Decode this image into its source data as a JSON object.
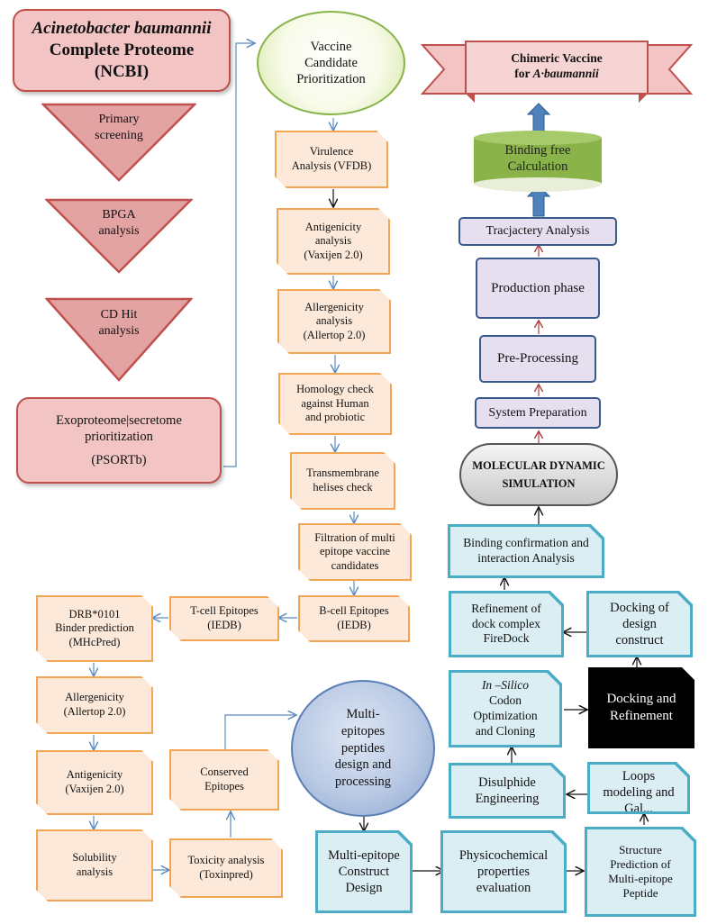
{
  "left_column": {
    "proteome": {
      "line1": "Acinetobacter baumannii",
      "line2": "Complete Proteome",
      "line3": "(NCBI)"
    },
    "primary_screening": [
      "Primary",
      "screening"
    ],
    "bpga": [
      "BPGA",
      "analysis"
    ],
    "cdhit": [
      "CD Hit",
      "analysis"
    ],
    "exoproteome": {
      "line1": "Exoproteome|secretome",
      "line2": "prioritization",
      "line3": "(PSORTb)"
    }
  },
  "middle_column": {
    "prioritization": [
      "Vaccine",
      "Candidate",
      "Prioritization"
    ],
    "virulence": [
      "Virulence",
      "Analysis (VFDB)"
    ],
    "antigenicity": [
      "Antigenicity",
      "analysis",
      "(Vaxijen 2.0)"
    ],
    "allergenicity": [
      "Allergenicity",
      "analysis",
      "(Allertop 2.0)"
    ],
    "homology": [
      "Homology check",
      "against Human",
      "and probiotic"
    ],
    "transmembrane": [
      "Transmembrane",
      "helises check"
    ],
    "filtration": [
      "Filtration of multi",
      "epitope vaccine",
      "candidates"
    ],
    "bcell": [
      "B-cell Epitopes",
      "(IEDB)"
    ],
    "tcell": [
      "T-cell Epitopes",
      "(IEDB)"
    ],
    "conserved": [
      "Conserved",
      "Epitopes"
    ],
    "toxicity": [
      "Toxicity analysis",
      "(Toxinpred)"
    ]
  },
  "lower_left": {
    "drb": [
      "DRB*0101",
      "Binder prediction",
      "(MHcPred)"
    ],
    "allergenicity2": [
      "Allergenicity",
      "(Allertop 2.0)"
    ],
    "antigenicity2": [
      "Antigenicity",
      "(Vaxijen 2.0)"
    ],
    "solubility": [
      "Solubility",
      "analysis"
    ]
  },
  "multi_epitope_circle": [
    "Multi-",
    "epitopes",
    "peptides",
    "design and",
    "processing"
  ],
  "blue_boxes": {
    "construct": [
      "Multi-epitope",
      "Construct",
      "Design"
    ],
    "physico": [
      "Physicochemical",
      "properties",
      "evaluation"
    ],
    "structure": [
      "Structure",
      "Prediction of",
      "Multi-epitope",
      "Peptide"
    ],
    "loops": [
      "Loops",
      "modeling and",
      "Gal..."
    ],
    "disulphide": [
      "Disulphide",
      "Engineering"
    ],
    "codon": {
      "italic": "In –Silico",
      "rest": [
        "Codon",
        "Optimization",
        "and Cloning"
      ]
    },
    "docking_design": [
      "Docking of",
      "design",
      "construct"
    ],
    "refinement": [
      "Refinement of",
      "dock complex",
      "FireDock"
    ],
    "binding_confirm": [
      "Binding confirmation and",
      "interaction Analysis"
    ]
  },
  "docking_refinement": [
    "Docking and",
    "Refinement"
  ],
  "md": {
    "simulation": [
      "MOLECULAR DYNAMIC",
      "SIMULATION"
    ],
    "system_prep": "System Preparation",
    "preprocessing": "Pre-Processing",
    "production": "Production phase",
    "trajectory": "Tracjactery Analysis",
    "binding_free": [
      "Binding free",
      "Calculation"
    ]
  },
  "chimeric": {
    "line1": "Chimeric Vaccine",
    "line2_prefix": "for ",
    "line2_italic": "A·baumannii"
  },
  "colors": {
    "orange_border": "#f2a552",
    "orange_fill": "#fde9d9",
    "blue_border": "#4bacc6",
    "blue_fill": "#dbeef4",
    "lavender_fill": "#e5dff0",
    "navy_border": "#3a5a8c",
    "pink_fill": "#f2c4c4",
    "pink_border": "#c0504d",
    "green_fill": "#8ab34a",
    "black": "#000000"
  }
}
